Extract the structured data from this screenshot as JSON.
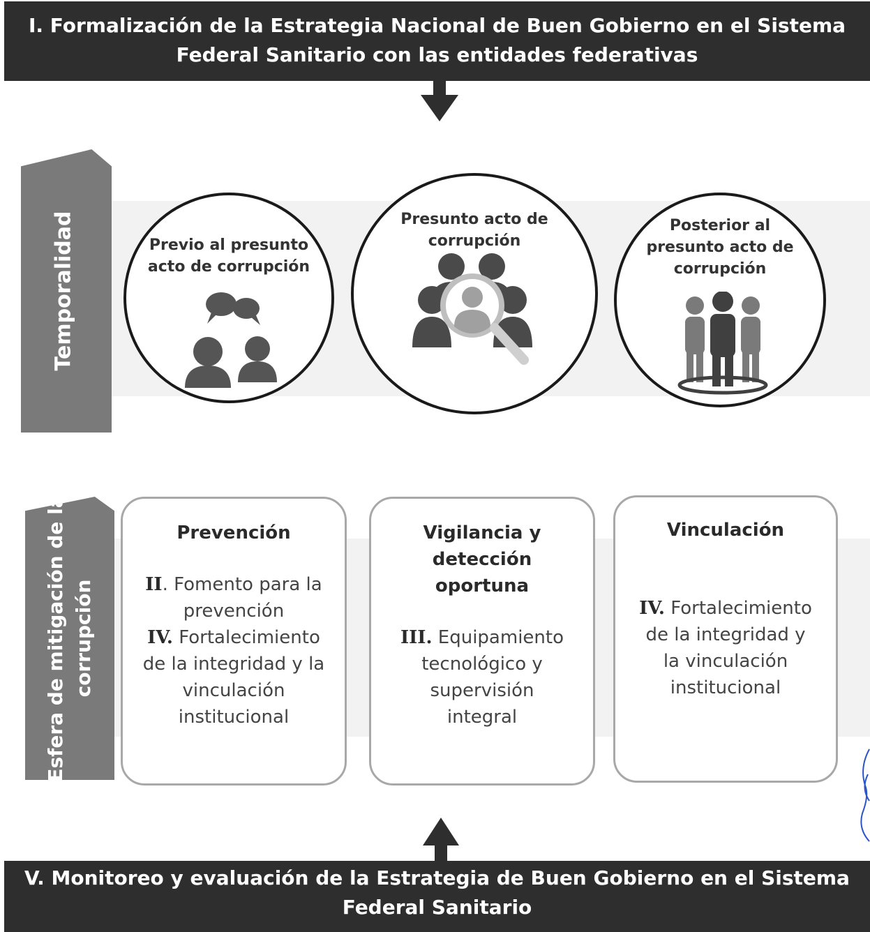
{
  "top_banner": {
    "line1": "I.  Formalización de la Estrategia Nacional de Buen Gobierno en el Sistema",
    "line2": "Federal Sanitario con las entidades federativas"
  },
  "temporalidad": {
    "label": "Temporalidad",
    "circles": [
      {
        "title_lines": [
          "Previo al presunto",
          "acto de corrupción"
        ],
        "icon": "dialogue-people-icon"
      },
      {
        "title_lines": [
          "Presunto acto de",
          "corrupción"
        ],
        "icon": "magnifier-people-icon"
      },
      {
        "title_lines": [
          "Posterior al",
          "presunto acto de",
          "corrupción"
        ],
        "icon": "group-people-icon"
      }
    ]
  },
  "esfera": {
    "label_lines": [
      "Esfera de mitigación de la",
      "corrupción"
    ],
    "boxes": [
      {
        "title_lines": [
          "Prevención"
        ],
        "items": [
          {
            "numeral": "II",
            "sep": ".",
            "text": " Fomento para la prevención"
          },
          {
            "numeral": "IV.",
            "sep": "",
            "text": " Fortalecimiento de la integridad y la vinculación institucional"
          }
        ]
      },
      {
        "title_lines": [
          "Vigilancia y",
          "detección",
          "oportuna"
        ],
        "items": [
          {
            "numeral": "III.",
            "sep": "",
            "text": " Equipamiento tecnológico y supervisión integral"
          }
        ]
      },
      {
        "title_lines": [
          "Vinculación"
        ],
        "items": [
          {
            "numeral": "IV.",
            "sep": "",
            "text": " Fortalecimiento de la integridad y la vinculación institucional"
          }
        ]
      }
    ]
  },
  "bottom_banner": {
    "line1": "V. Monitoreo y evaluación de la Estrategia de Buen Gobierno en el Sistema",
    "line2": "Federal Sanitario"
  },
  "colors": {
    "banner": "#2e2e2e",
    "side_tab": "#7a7a7a",
    "band": "#f2f2f2",
    "icon": "#555555"
  }
}
